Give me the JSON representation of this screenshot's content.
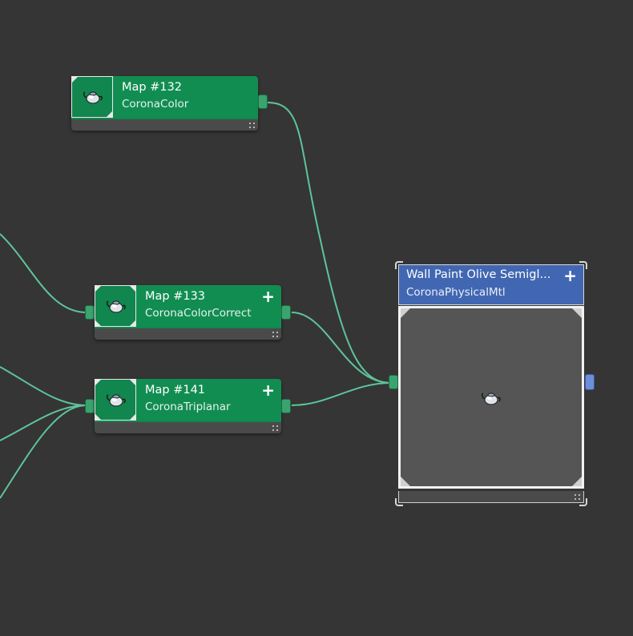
{
  "nodes": [
    {
      "title": "Map #132",
      "type": "CoronaColor",
      "icon": "teapot-icon",
      "has_plus": false
    },
    {
      "title": "Map #133",
      "type": "CoronaColorCorrect",
      "icon": "teapot-icon",
      "has_plus": true,
      "plus": "+"
    },
    {
      "title": "Map #141",
      "type": "CoronaTriplanar",
      "icon": "teapot-icon",
      "has_plus": true,
      "plus": "+"
    }
  ],
  "material": {
    "title": "Wall Paint Olive Semigl...",
    "type": "CoronaPhysicalMtl",
    "plus": "+",
    "icon": "teapot-icon"
  },
  "colors": {
    "background": "#353535",
    "map_node": "#128d52",
    "material_node": "#4267b2",
    "wire": "#5ec49a"
  }
}
